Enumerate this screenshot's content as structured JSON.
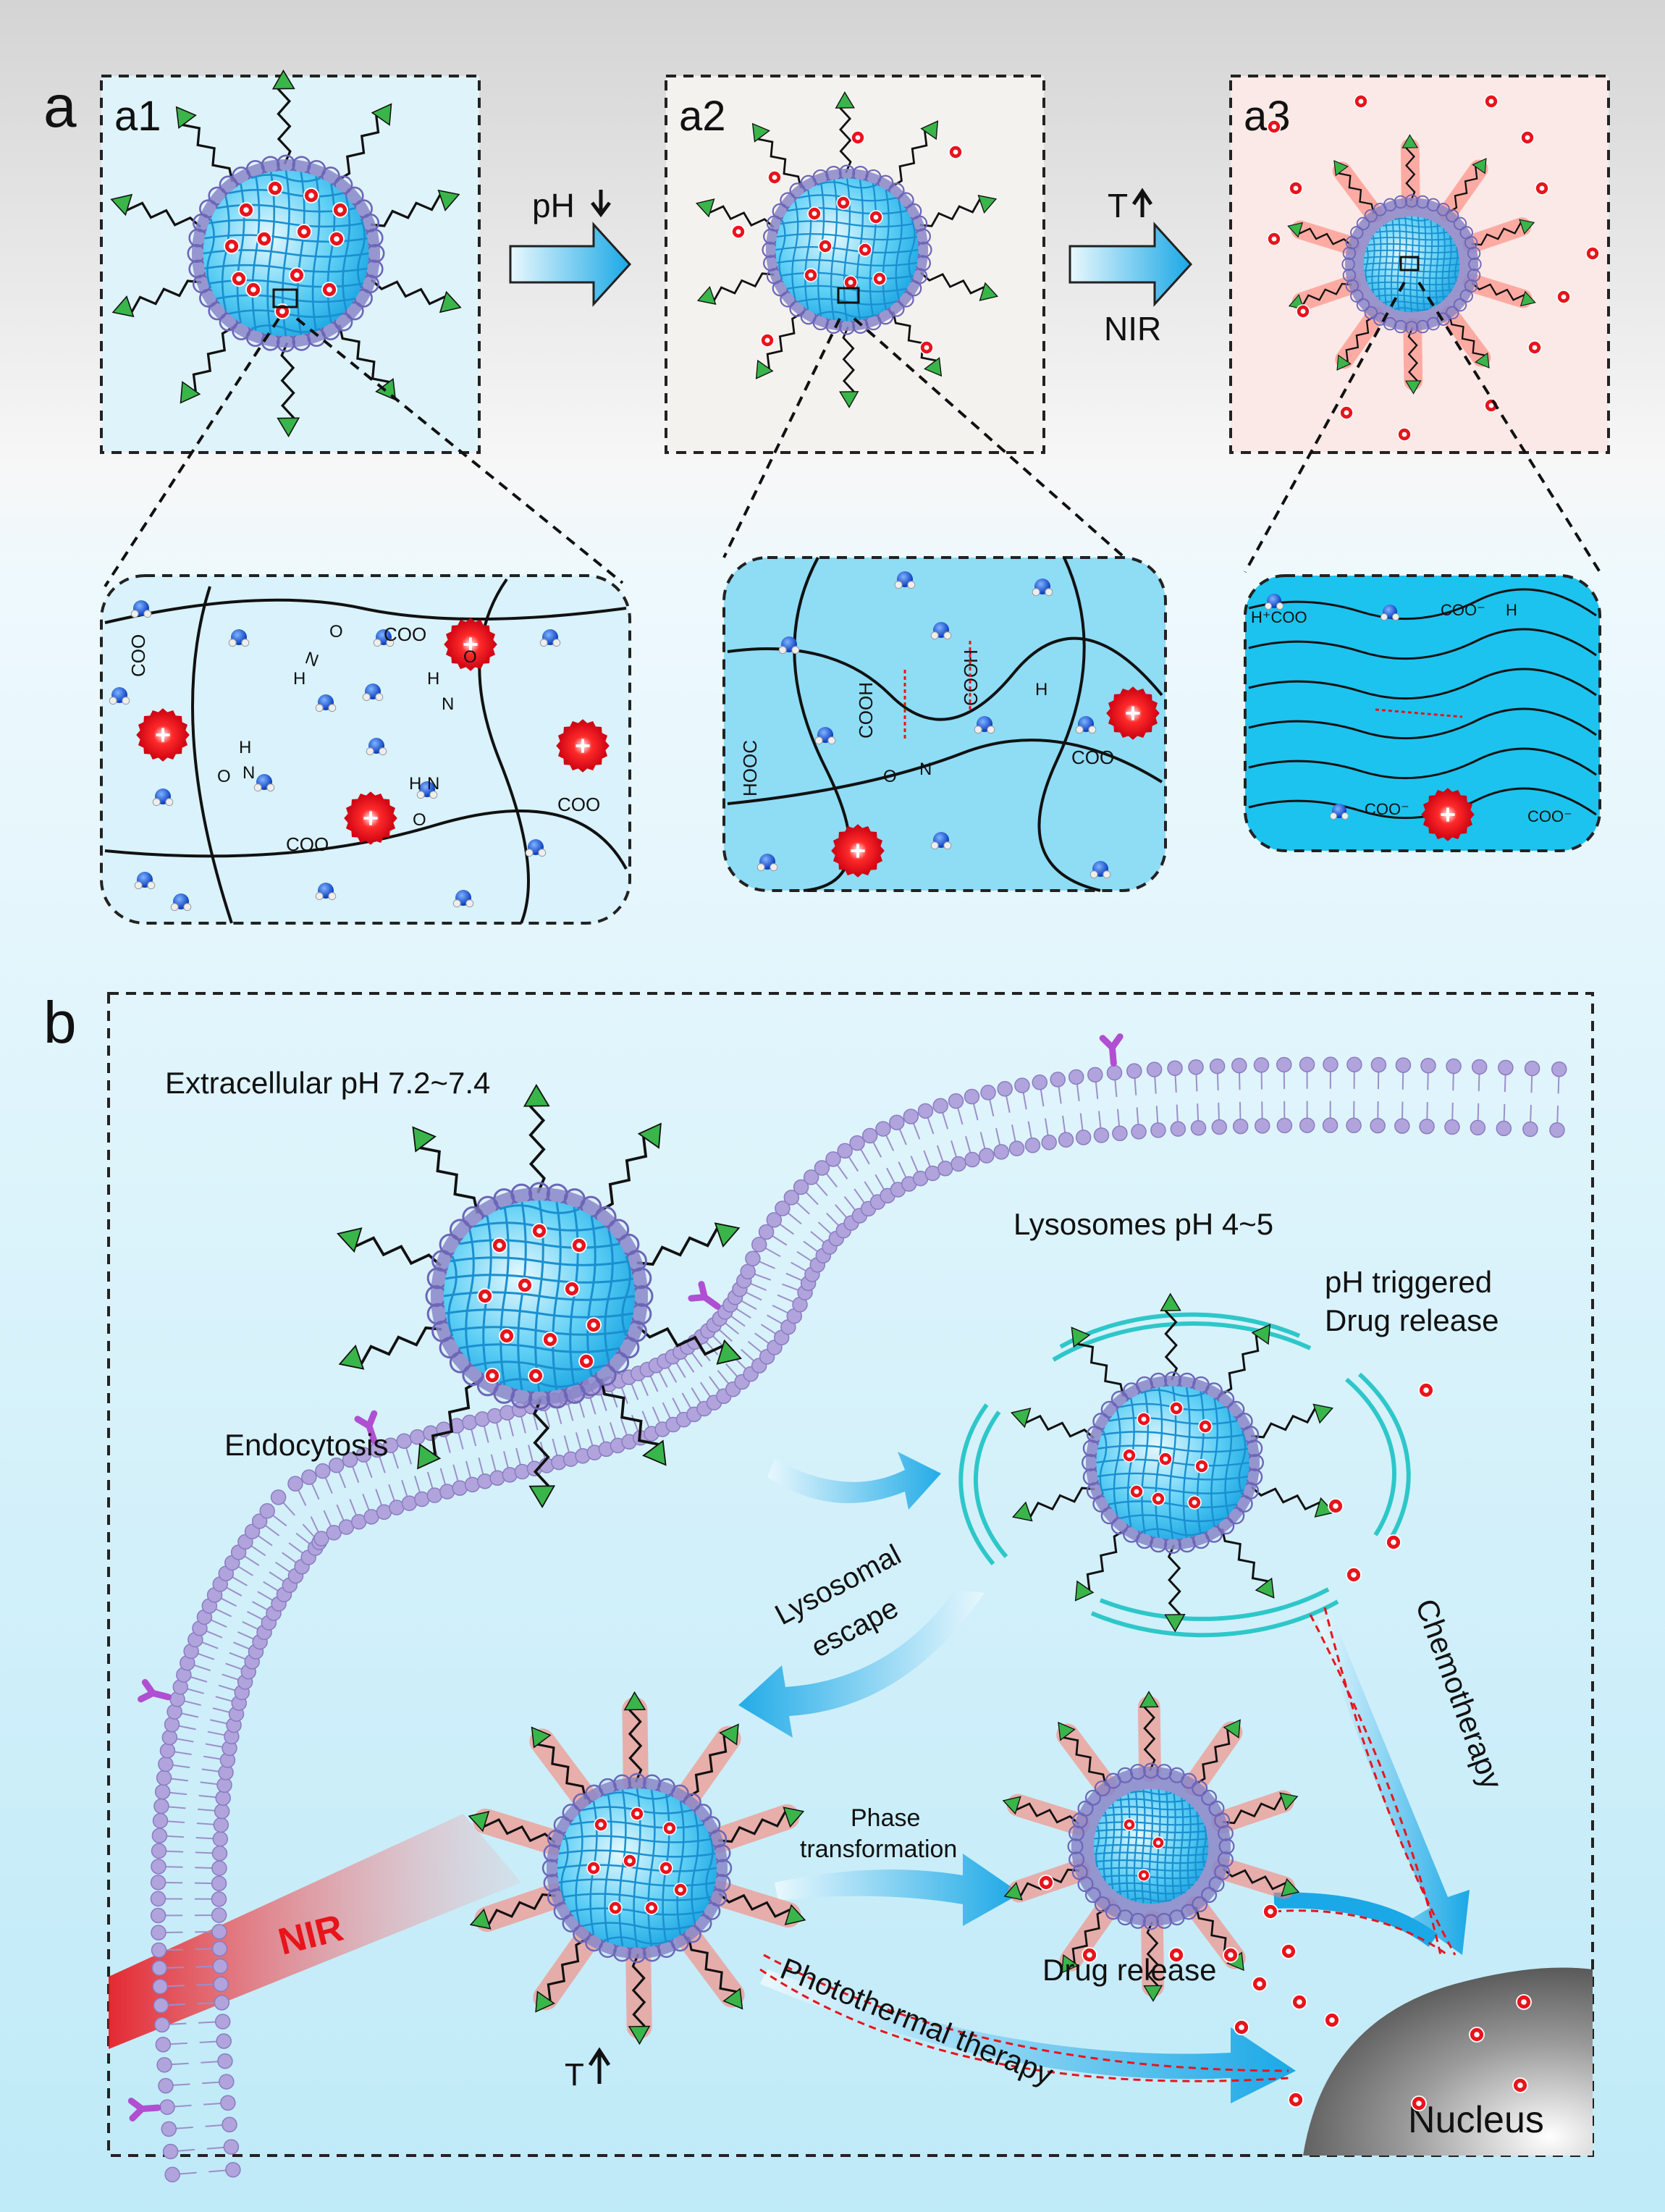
{
  "panels": {
    "a": {
      "letter": "a",
      "sub": [
        "a1",
        "a2",
        "a3"
      ],
      "step1": {
        "symbol": "pH"
      },
      "step2": {
        "symbol": "T",
        "label": "NIR"
      }
    },
    "b": {
      "letter": "b",
      "extracellular": "Extracellular  pH 7.2~7.4",
      "lysosomes": "Lysosomes pH 4~5",
      "ph_release_1": "pH triggered",
      "ph_release_2": "Drug release",
      "endocytosis": "Endocytosis",
      "lysosomal_1": "Lysosomal",
      "lysosomal_2": "escape",
      "phase_1": "Phase",
      "phase_2": "transformation",
      "chemotherapy": "Chemotherapy",
      "drug_release": "Drug release",
      "nir": "NIR",
      "temp": "T",
      "photothermal": "Photothermal therapy",
      "nucleus": "Nucleus"
    }
  },
  "chem": {
    "coo": "COO",
    "cooh": "COOH",
    "hooc": "HOOC",
    "h_plus": "H",
    "n": "N",
    "h": "H",
    "o": "O"
  },
  "colors": {
    "nanogel_blue": "#3fbff0",
    "shell_purple": "#8a86c8",
    "drug_red": "#e8141c",
    "peg_green": "#39b54a",
    "arrow_blue": "#2bb6ec",
    "nir_red": "#e8141c",
    "membrane_purple": "#a89ad4",
    "receptor_magenta": "#b04fd1"
  }
}
